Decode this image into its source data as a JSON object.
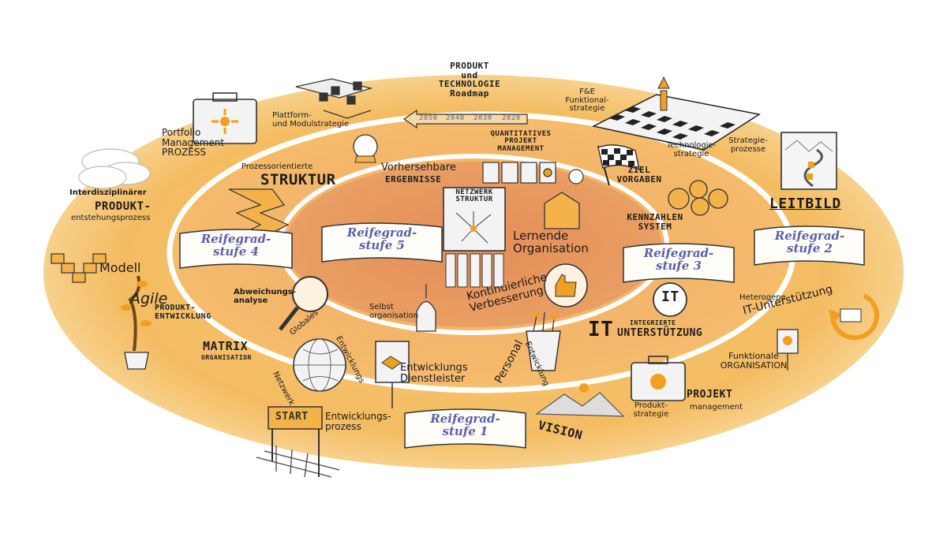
{
  "palette": {
    "outer_ring": "#f6c36a",
    "middle_ring": "#f1b35d",
    "inner_ring": "#eb9a54",
    "core": "#e9a06a",
    "accent": "#f0a020",
    "banner_ink": "#5b5fa8"
  },
  "stages": {
    "stage1": "Reifegrad-\nstufe 1",
    "stage2": "Reifegrad-\nstufe 2",
    "stage3": "Reifegrad-\nstufe 3",
    "stage4": "Reifegrad-\nstufe 4",
    "stage5": "Reifegrad-\nstufe 5"
  },
  "labels": {
    "produkt_roadmap": "PRODUKT\nund\nTECHNOLOGIE\nRoadmap",
    "roadmap_years": [
      "2050",
      "2040",
      "2030",
      "2020"
    ],
    "fe_strategie": "F&E\nFunktional-\nstrategie",
    "plattform": "Plattform-\nund Modulstrategie",
    "portfolio": "Portfolio\nManagement\nPROZESS",
    "interdisziplinaer": "Interdisziplinärer",
    "produkt": "PRODUKT-",
    "entstehung": "entstehungsprozess",
    "modell": "Modell",
    "agile": "Agile",
    "produkt_entwicklung": "PRODUKT-\nENTWICKLUNG",
    "matrix": "MATRIX",
    "matrix_sub": "ORGANISATION",
    "prozessorientierte": "Prozessorientierte",
    "struktur": "STRUKTUR",
    "vorhersehbare": "Vorhersehbare",
    "ergebnisse": "ERGEBNISSE",
    "quantitatives": "QUANTITATIVES\nPROJEKT\nMANAGEMENT",
    "netzwerk_struktur": "NETZWERK\nSTRUKTUR",
    "lernende": "Lernende\nOrganisation",
    "kontinuierliche": "Kontinuierliche\nVerbesserung",
    "selbst": "Selbst\norganisation",
    "abweichungs": "Abweichungs-\nanalyse",
    "globales": "Globales",
    "netzwerk": "Netzwerk",
    "entwicklungs_curve": "Entwicklungs",
    "entwicklungs_dl": "Entwicklungs\nDienstleister",
    "personal": "Personal",
    "entwicklung": "Entwicklung",
    "entwicklungsprozess": "Entwicklungs-\nprozess",
    "start": "START",
    "vision": "VISION",
    "ziel": "ZIEL\nVORGABEN",
    "kennzahlen": "KENNZAHLEN\nSYSTEM",
    "technologie_strategie": "Technologie-\nstrategie",
    "strategie_prozesse": "Strategie-\nprozesse",
    "leitbild": "LEITBILD",
    "heterogene": "Heterogene",
    "it_unterstuetzung_right": "IT-Unterstützung",
    "it_big": "IT",
    "integrierte": "INTEGRIERTE",
    "unterstuetzung": "UNTERSTÜTZUNG",
    "funktionale": "Funktionale\nORGANISATION",
    "projekt": "PROJEKT",
    "management": "management",
    "produkt_strategie": "Produkt-\nstrategie"
  }
}
